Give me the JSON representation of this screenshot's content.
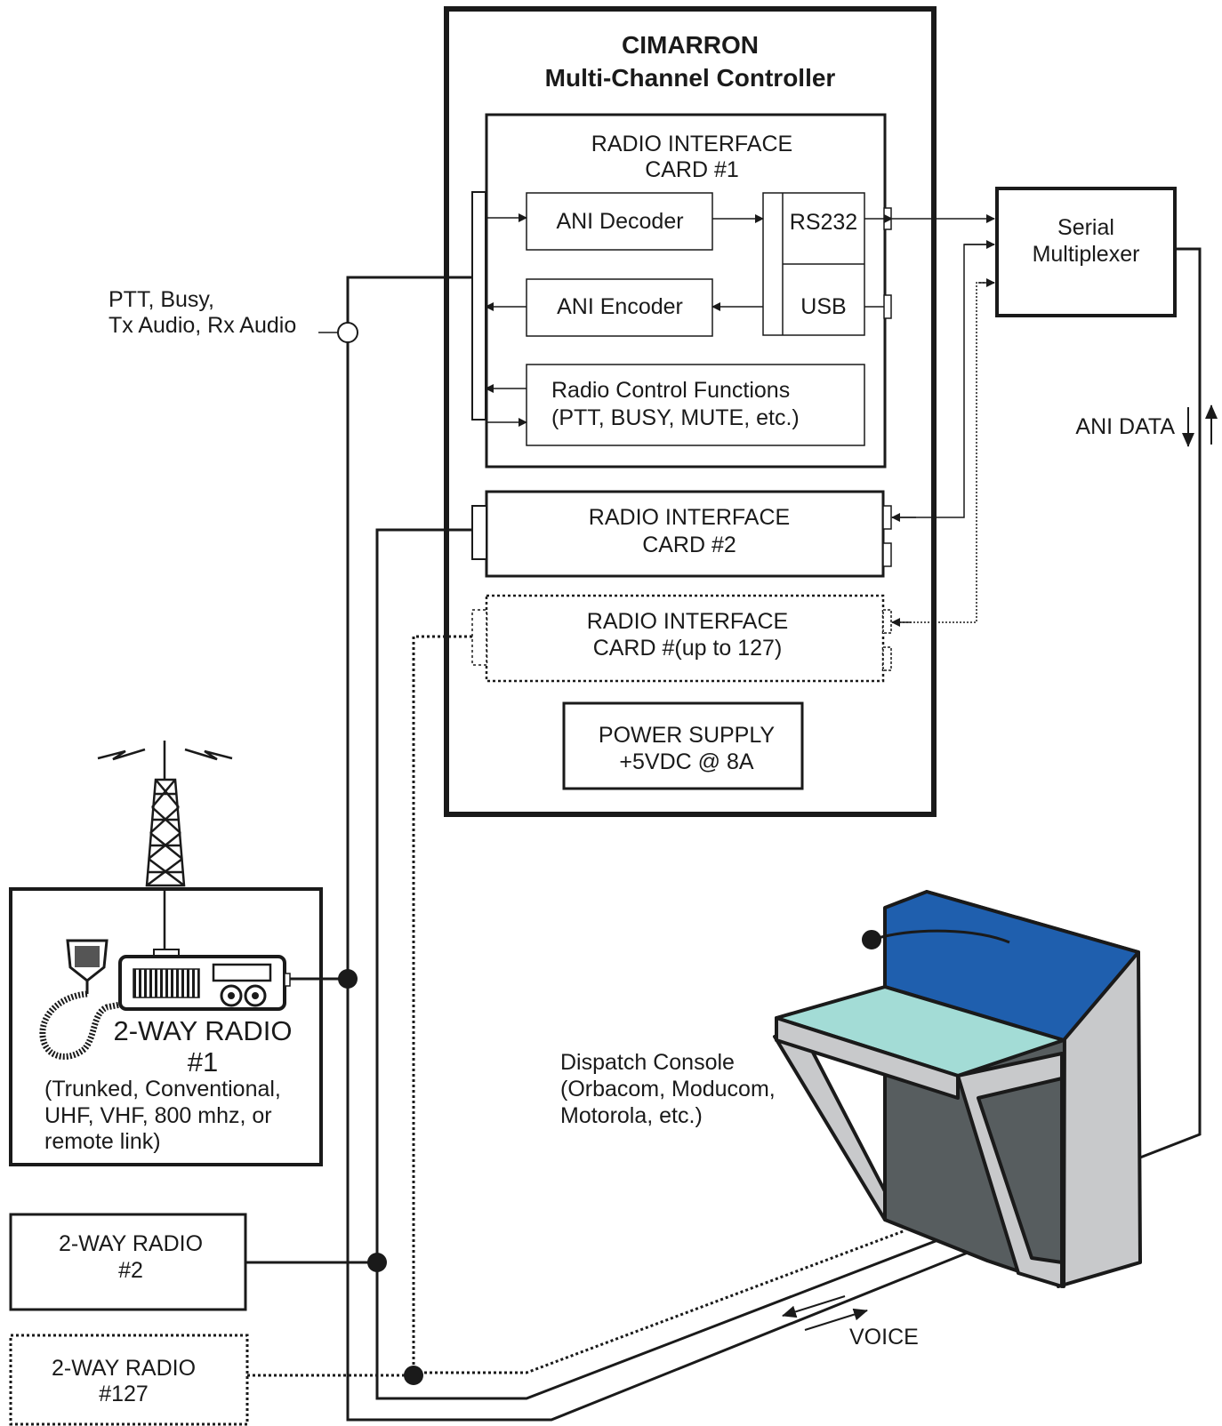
{
  "controller": {
    "title_line1": "CIMARRON",
    "title_line2": "Multi-Channel Controller"
  },
  "card1": {
    "title_line1": "RADIO INTERFACE",
    "title_line2": "CARD #1",
    "ani_decoder": "ANI Decoder",
    "ani_encoder": "ANI Encoder",
    "rs232": "RS232",
    "usb": "USB",
    "radio_control_line1": "Radio Control Functions",
    "radio_control_line2": "(PTT, BUSY, MUTE, etc.)"
  },
  "card2": {
    "title_line1": "RADIO INTERFACE",
    "title_line2": "CARD #2"
  },
  "card127": {
    "title_line1": "RADIO INTERFACE",
    "title_line2": "CARD #(up to 127)"
  },
  "power_supply": {
    "line1": "POWER SUPPLY",
    "line2": "+5VDC @ 8A"
  },
  "serial_mux": {
    "line1": "Serial",
    "line2": "Multiplexer"
  },
  "ani_data_label": "ANI DATA",
  "signals_label": {
    "line1": "PTT, Busy,",
    "line2": "Tx Audio, Rx Audio"
  },
  "radio1": {
    "title_line1": "2-WAY RADIO",
    "title_line2": "#1",
    "desc_line1": "(Trunked, Conventional,",
    "desc_line2": "UHF, VHF, 800 mhz, or",
    "desc_line3": "remote link)"
  },
  "radio2": {
    "line1": "2-WAY RADIO",
    "line2": "#2"
  },
  "radio127": {
    "line1": "2-WAY RADIO",
    "line2": "#127"
  },
  "dispatch": {
    "line1": "Dispatch Console",
    "line2": "(Orbacom, Moducom,",
    "line3": "Motorola, etc.)"
  },
  "voice_label": "VOICE",
  "colors": {
    "line": "#1a1a1a",
    "console_top_blue": "#1f5fae",
    "console_desk": "#a3dcd6",
    "console_side": "#c8c9cb",
    "console_body": "#575d5f"
  }
}
